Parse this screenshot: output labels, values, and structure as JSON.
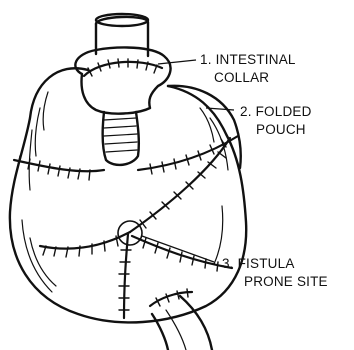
{
  "labels": {
    "intestinal_collar": [
      "1. INTESTINAL",
      "COLLAR"
    ],
    "folded_pouch": [
      "2. FOLDED",
      "POUCH"
    ],
    "fistula_prone_site": [
      "3. FISTULA",
      "PRONE SITE"
    ]
  }
}
